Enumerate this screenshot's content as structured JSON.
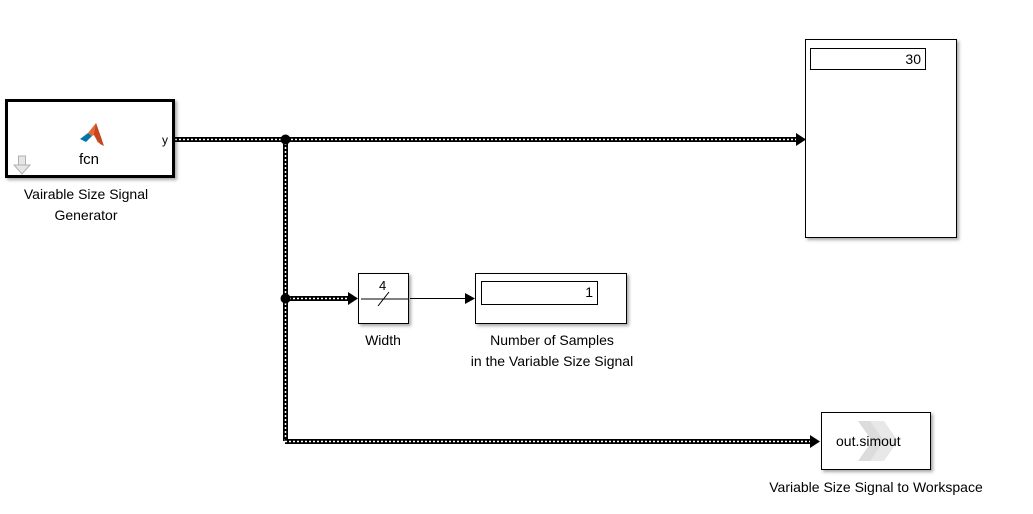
{
  "blocks": {
    "generator": {
      "name_line1": "Vairable Size Signal",
      "name_line2": "Generator",
      "function_text": "fcn",
      "output_port": "y",
      "icon": "matlab-logo-icon",
      "corner_icon": "down-arrow-icon"
    },
    "display_top": {
      "value": "30"
    },
    "width": {
      "name": "Width",
      "signal_width_label": "4"
    },
    "samples_display": {
      "name_line1": "Number of Samples",
      "name_line2": "in the Variable Size Signal",
      "value": "1"
    },
    "to_workspace": {
      "name": "Variable Size Signal to Workspace",
      "variable": "out.simout",
      "icon": "simulink-watermark-icon"
    }
  },
  "colors": {
    "line": "#000000",
    "matlab_orange": "#e16737",
    "matlab_blue": "#0076a8",
    "watermark_gray": "#d8d8d8"
  }
}
